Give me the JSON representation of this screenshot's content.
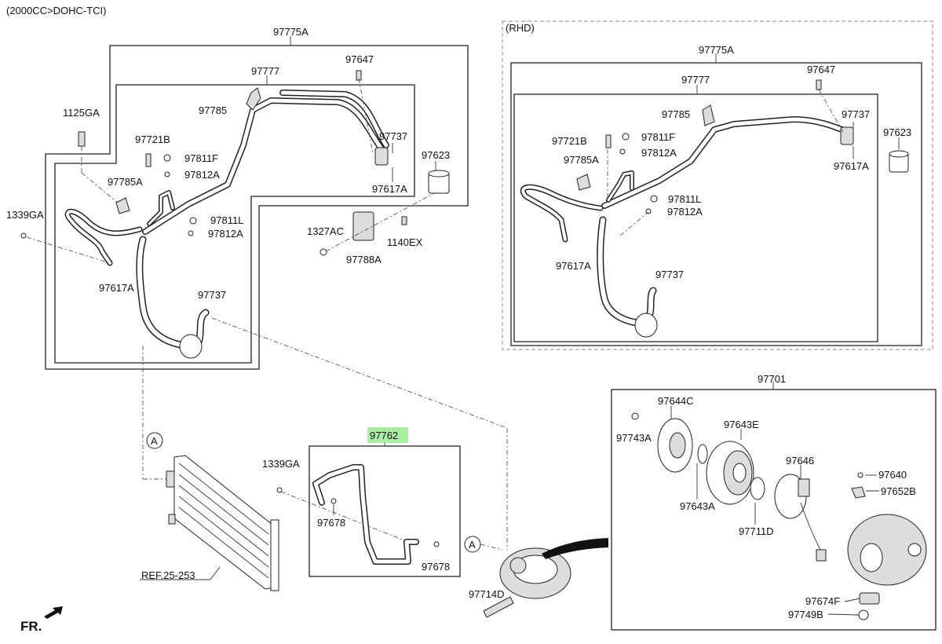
{
  "header": {
    "engine_spec": "(2000CC>DOHC-TCI)"
  },
  "rhd": {
    "tag": "(RHD)"
  },
  "labels": {
    "l97775A": "97775A",
    "l97777": "97777",
    "l97647": "97647",
    "l1125GA": "1125GA",
    "l97785": "97785",
    "l97737a": "97737",
    "l97721B": "97721B",
    "l97811F": "97811F",
    "l97623": "97623",
    "l97812A": "97812A",
    "l97785A": "97785A",
    "l97617Aa": "97617A",
    "l1339GA": "1339GA",
    "l97811L": "97811L",
    "l97812Ab": "97812A",
    "l1327AC": "1327AC",
    "l1140EX": "1140EX",
    "l97788A": "97788A",
    "l97617Ab": "97617A",
    "l97737b": "97737",
    "r97775A": "97775A",
    "r97777": "97777",
    "r97647": "97647",
    "r97785": "97785",
    "r97737a": "97737",
    "r97721B": "97721B",
    "r97811F": "97811F",
    "r97623": "97623",
    "r97812A": "97812A",
    "r97785A": "97785A",
    "r97617Aa": "97617A",
    "r97811L": "97811L",
    "r97812Ab": "97812A",
    "r97617Ab": "97617A",
    "r97737b": "97737",
    "c1339GA": "1339GA",
    "c97762": "97762",
    "c97678a": "97678",
    "c97678b": "97678",
    "cref": "REF.25-253",
    "cA1": "A",
    "cA2": "A",
    "c97714D": "97714D",
    "cfr": "FR.",
    "k97701": "97701",
    "k97644C": "97644C",
    "k97743A": "97743A",
    "k97643E": "97643E",
    "k97643A": "97643A",
    "k97646": "97646",
    "k97640": "97640",
    "k97652B": "97652B",
    "k97711D": "97711D",
    "k97674F": "97674F",
    "k97749B": "97749B"
  },
  "colors": {
    "highlight": "#a8f0a0",
    "line": "#222222",
    "dash_frame": "#888888"
  }
}
